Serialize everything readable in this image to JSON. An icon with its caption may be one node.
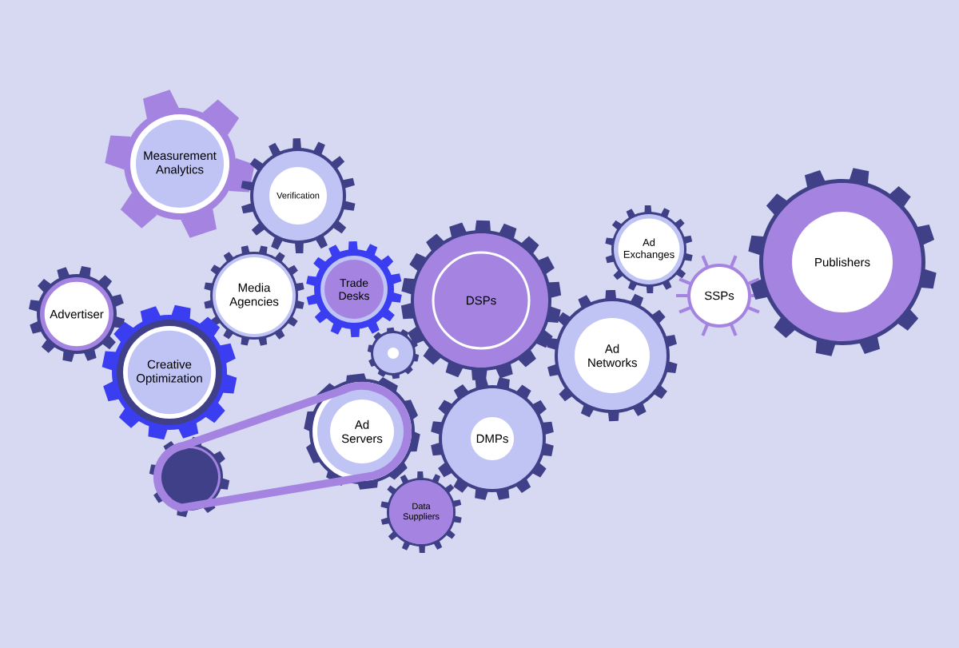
{
  "diagram": {
    "nodes": [
      {
        "text": [
          "Measurement Analytics"
        ]
      },
      {
        "text": [
          "Verification"
        ]
      },
      {
        "text": [
          "Advertiser"
        ]
      },
      {
        "text": [
          "Media Agencies"
        ]
      },
      {
        "text": [
          "Trade Desks"
        ]
      },
      {
        "text": [
          "DSPs"
        ]
      },
      {
        "text": [
          "Ad Exchanges"
        ]
      },
      {
        "text": [
          "SSPs"
        ]
      },
      {
        "text": [
          "Publishers"
        ]
      },
      {
        "text": [
          "Creative Optimization"
        ]
      },
      {
        "text": [],
        "shape": "gear"
      },
      {
        "text": [
          "Ad Networks"
        ]
      },
      {
        "text": [
          "Ad Servers"
        ]
      },
      {
        "text": [
          "DMPs"
        ]
      },
      {
        "text": [],
        "shape": "gear"
      },
      {
        "text": [
          "Data Suppliers"
        ]
      }
    ],
    "edges": [
      {
        "from": 14,
        "to": 12,
        "arrow": "none",
        "style": "thick",
        "color": "#a484e0"
      }
    ]
  }
}
